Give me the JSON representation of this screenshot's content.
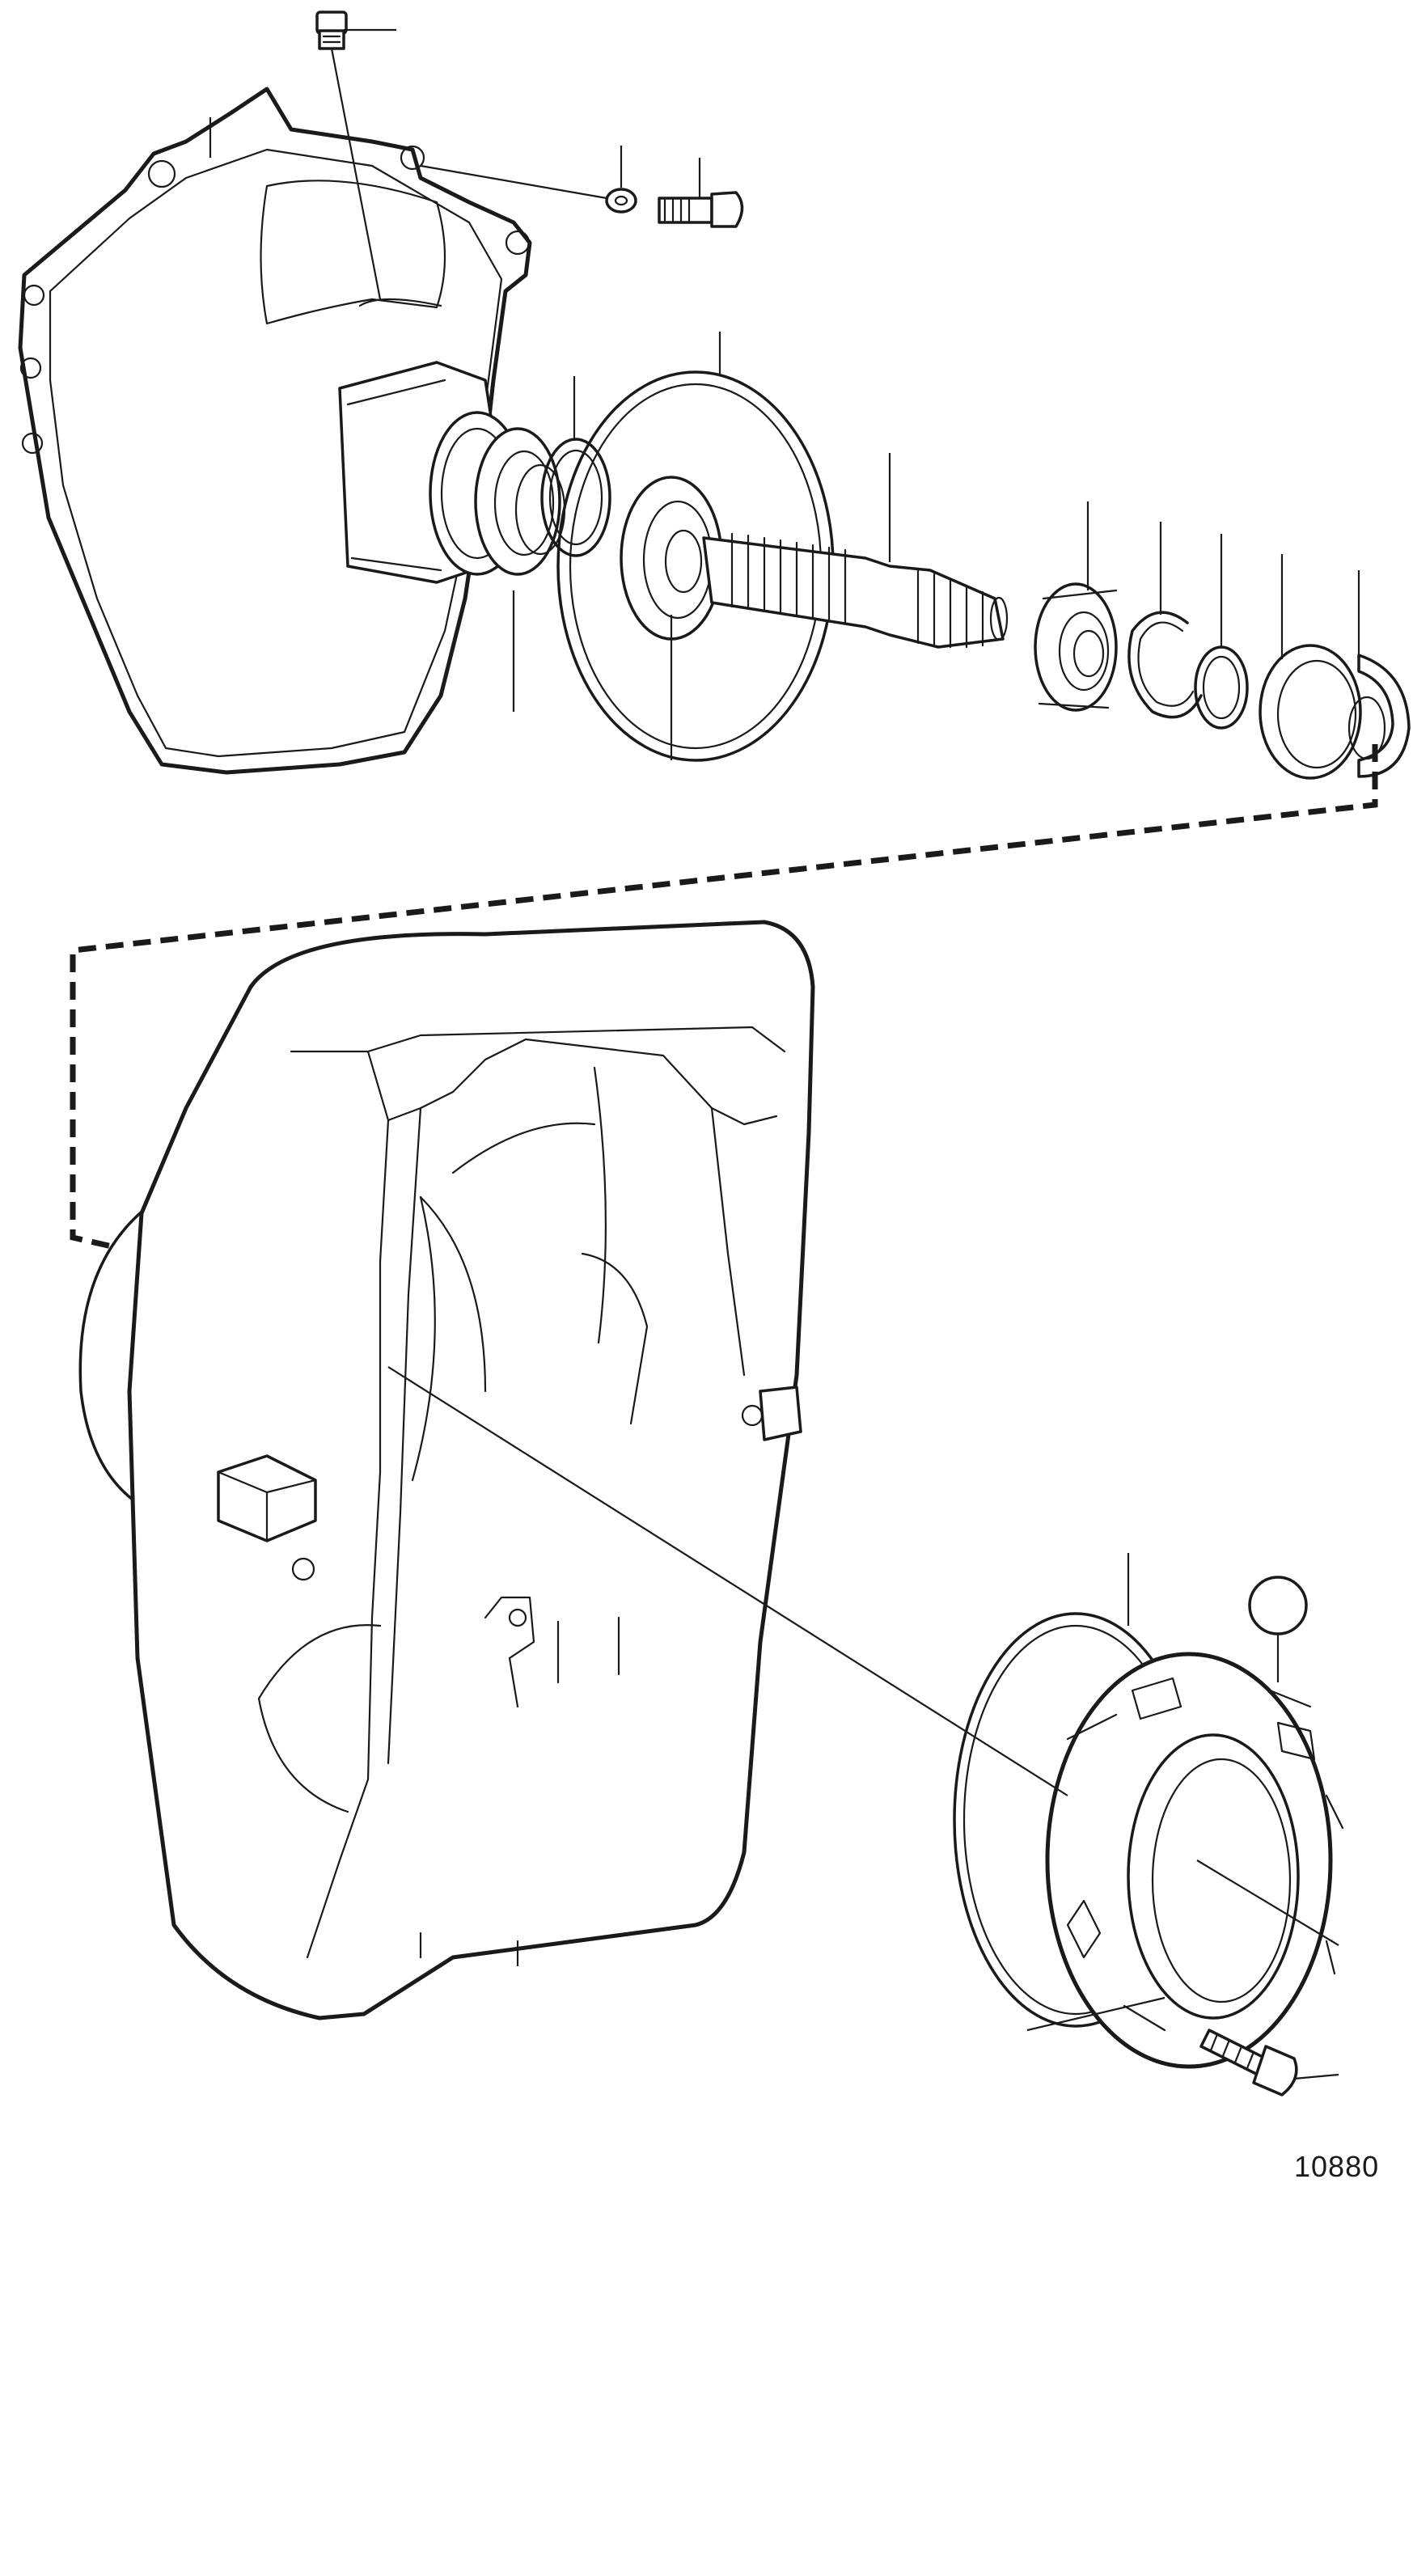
{
  "drawing_number": "10880",
  "colors": {
    "ink": "#1a1a1a",
    "paper": "#ffffff"
  },
  "parts": [
    "flywheel-housing",
    "breather-plug",
    "washer",
    "bolt",
    "seal-ring",
    "bearing-housing",
    "shaft",
    "bearing-ring",
    "circlip",
    "retaining-ring",
    "drive-unit-housing",
    "o-ring",
    "protective-plate",
    "retaining-bolt"
  ]
}
